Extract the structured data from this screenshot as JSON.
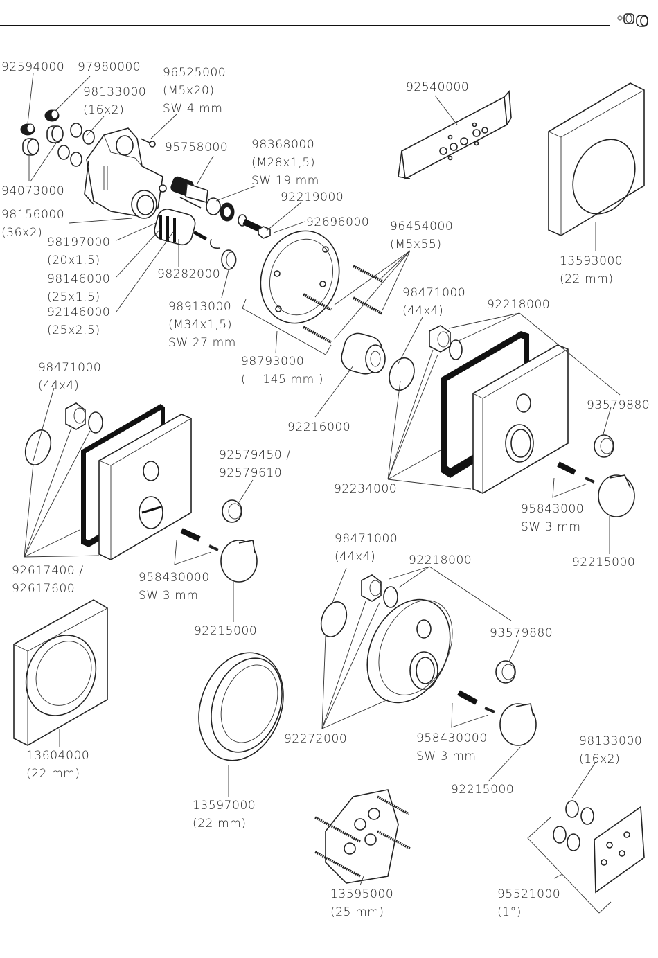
{
  "document": {
    "type": "exploded-parts-diagram",
    "header_icon": "valve-parts-icon"
  },
  "labels": [
    {
      "id": "p92594000",
      "lines": [
        "92594000"
      ]
    },
    {
      "id": "p97980000",
      "lines": [
        "97980000"
      ]
    },
    {
      "id": "p96525000",
      "lines": [
        "96525000",
        "(M5x20)",
        "SW 4 mm"
      ]
    },
    {
      "id": "p98133000a",
      "lines": [
        "98133000",
        "(16x2)"
      ]
    },
    {
      "id": "p95758000",
      "lines": [
        "95758000"
      ]
    },
    {
      "id": "p98368000",
      "lines": [
        "98368000",
        "(M28x1,5)",
        "SW 19 mm"
      ]
    },
    {
      "id": "p94073000",
      "lines": [
        "94073000"
      ]
    },
    {
      "id": "p92219000",
      "lines": [
        "92219000"
      ]
    },
    {
      "id": "p98156000",
      "lines": [
        "98156000",
        "(36x2)"
      ]
    },
    {
      "id": "p92696000",
      "lines": [
        "92696000"
      ]
    },
    {
      "id": "p98197000",
      "lines": [
        "98197000",
        "(20x1,5)"
      ]
    },
    {
      "id": "p98146000",
      "lines": [
        "98146000",
        "(25x1,5)"
      ]
    },
    {
      "id": "p92146000",
      "lines": [
        "92146000",
        "(25x2,5)"
      ]
    },
    {
      "id": "p98282000",
      "lines": [
        "98282000"
      ]
    },
    {
      "id": "p98913000",
      "lines": [
        "98913000",
        "(M34x1,5)",
        "SW 27 mm"
      ]
    },
    {
      "id": "p98793000",
      "lines": [
        "98793000",
        "(    145 mm )"
      ]
    },
    {
      "id": "p96454000",
      "lines": [
        "96454000",
        "(M5x55)"
      ]
    },
    {
      "id": "p98471000a",
      "lines": [
        "98471000",
        "(44x4)"
      ]
    },
    {
      "id": "p92218000a",
      "lines": [
        "92218000"
      ]
    },
    {
      "id": "p92540000",
      "lines": [
        "92540000"
      ]
    },
    {
      "id": "p13593000",
      "lines": [
        "13593000",
        "(22 mm)"
      ]
    },
    {
      "id": "p92216000",
      "lines": [
        "92216000"
      ]
    },
    {
      "id": "p93579880a",
      "lines": [
        "93579880"
      ]
    },
    {
      "id": "p92234000",
      "lines": [
        "92234000"
      ]
    },
    {
      "id": "p95843000",
      "lines": [
        "95843000",
        "SW 3 mm"
      ]
    },
    {
      "id": "p92215000a",
      "lines": [
        "92215000"
      ]
    },
    {
      "id": "p98471000b",
      "lines": [
        "98471000",
        "(44x4)"
      ]
    },
    {
      "id": "p92579450",
      "lines": [
        "92579450 /",
        "92579610"
      ]
    },
    {
      "id": "p92617400",
      "lines": [
        "92617400 /",
        "92617600"
      ]
    },
    {
      "id": "p958430000a",
      "lines": [
        "958430000",
        "SW 3 mm"
      ]
    },
    {
      "id": "p92215000b",
      "lines": [
        "92215000"
      ]
    },
    {
      "id": "p98471000c",
      "lines": [
        "98471000",
        "(44x4)"
      ]
    },
    {
      "id": "p92218000b",
      "lines": [
        "92218000"
      ]
    },
    {
      "id": "p93579880b",
      "lines": [
        "93579880"
      ]
    },
    {
      "id": "p92272000",
      "lines": [
        "92272000"
      ]
    },
    {
      "id": "p958430000b",
      "lines": [
        "958430000",
        "SW 3 mm"
      ]
    },
    {
      "id": "p92215000c",
      "lines": [
        "92215000"
      ]
    },
    {
      "id": "p13604000",
      "lines": [
        "13604000",
        "(22 mm)"
      ]
    },
    {
      "id": "p13597000",
      "lines": [
        "13597000",
        "(22 mm)"
      ]
    },
    {
      "id": "p98133000b",
      "lines": [
        "98133000",
        "(16x2)"
      ]
    },
    {
      "id": "p13595000",
      "lines": [
        "13595000",
        "(25 mm)"
      ]
    },
    {
      "id": "p95521000",
      "lines": [
        "95521000",
        "(1°)"
      ]
    }
  ]
}
